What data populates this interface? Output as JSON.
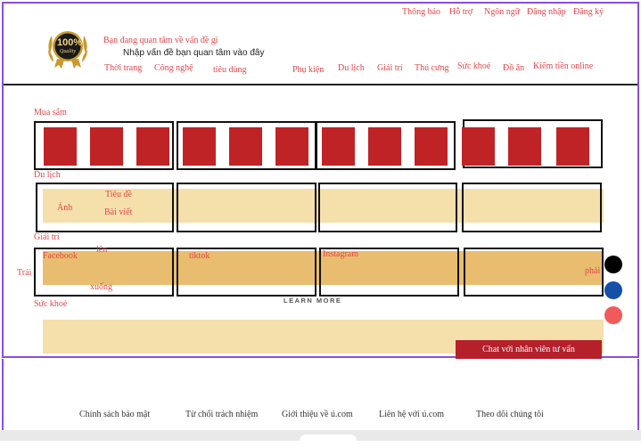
{
  "top_nav": [
    "Thông báo",
    "Hỗ trợ",
    "Ngôn ngữ",
    "Đăng nhập",
    "Đăng ký"
  ],
  "logo": {
    "badge_text": "100%",
    "badge_sub": "Quality"
  },
  "header": {
    "prompt": "Bạn đang quan tâm về vấn đề gì",
    "search_placeholder": "Nhập vấn đề bạn quan tâm vào đây"
  },
  "categories": [
    "Thời trang",
    "Công nghệ",
    "tiêu dùng",
    "Phụ kiện",
    "Du lịch",
    "Giải trí",
    "Thú cưng",
    "Sức khoẻ",
    "Đồ ăn",
    "Kiếm tiền online"
  ],
  "sections": {
    "shopping": "Mua sắm",
    "travel": "Du lịch",
    "entertainment": "Giải trí",
    "health": "Sức khoẻ"
  },
  "travel_card": {
    "image": "Ảnh",
    "title": "Tiêu đề",
    "article": "Bài viết"
  },
  "social": {
    "facebook": "Facebook",
    "tiktok": "tiktok",
    "instagram": "Instagram"
  },
  "carousel": {
    "left": "Trái",
    "right": "phải",
    "up": "lên",
    "down": "xuống"
  },
  "learn_more": "LEARN MORE",
  "chat_button": "Chat với nhân viên tư vấn",
  "footer": [
    "Chính sách bảo mật",
    "Từ chối trách nhiệm",
    "Giới thiệu về ú.com",
    "Liên hệ với ú.com",
    "Theo dõi chúng tôi"
  ],
  "colors": {
    "accent_red": "#e0474c",
    "block_red": "#bf2326",
    "band_light": "#f5dfab",
    "band_dark": "#e9bd6f",
    "purple_frame": "#8a4fd8"
  }
}
